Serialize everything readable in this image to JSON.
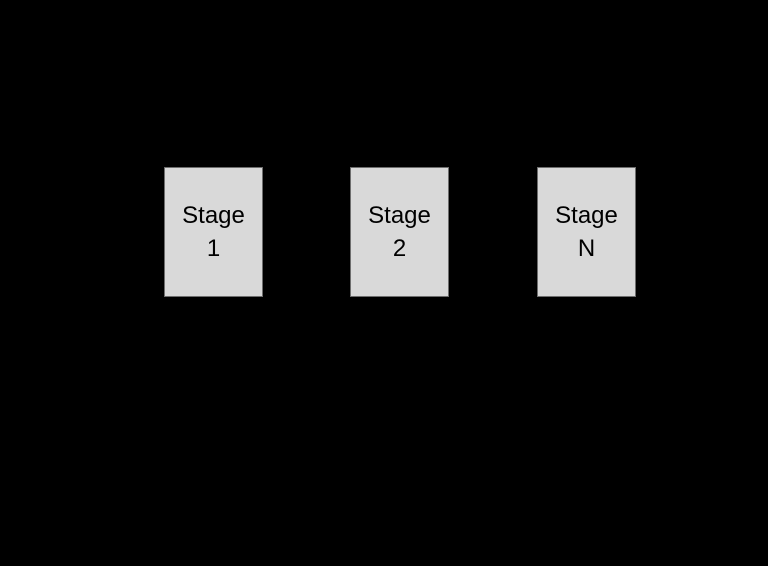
{
  "diagram": {
    "background": "#000000",
    "box_fill": "#d9d9d9",
    "box_border": "#6e6e6e",
    "stages": [
      {
        "line1": "Stage",
        "line2": "1"
      },
      {
        "line1": "Stage",
        "line2": "2"
      },
      {
        "line1": "Stage",
        "line2": "N"
      }
    ]
  }
}
